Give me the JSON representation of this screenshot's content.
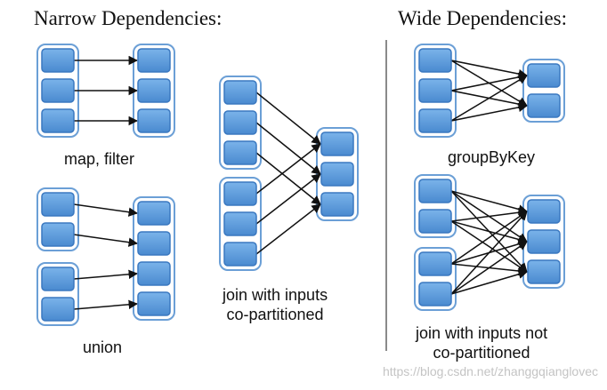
{
  "headings": {
    "narrow": "Narrow Dependencies:",
    "wide": "Wide Dependencies:"
  },
  "captions": {
    "map_filter": "map, filter",
    "union": "union",
    "join_copart_line1": "join with inputs",
    "join_copart_line2": "co-partitioned",
    "group_by_key": "groupByKey",
    "join_not_copart_line1": "join with inputs not",
    "join_not_copart_line2": "co-partitioned"
  },
  "colors": {
    "partition_fill": "#5a9bdc",
    "partition_stroke": "#3a78c0",
    "rdd_border": "#6b9fd6",
    "arrow": "#111111",
    "divider": "#8a8a8a",
    "watermark": "#c4c4c4"
  },
  "watermark": "https://blog.csdn.net/zhanggqianglovec"
}
